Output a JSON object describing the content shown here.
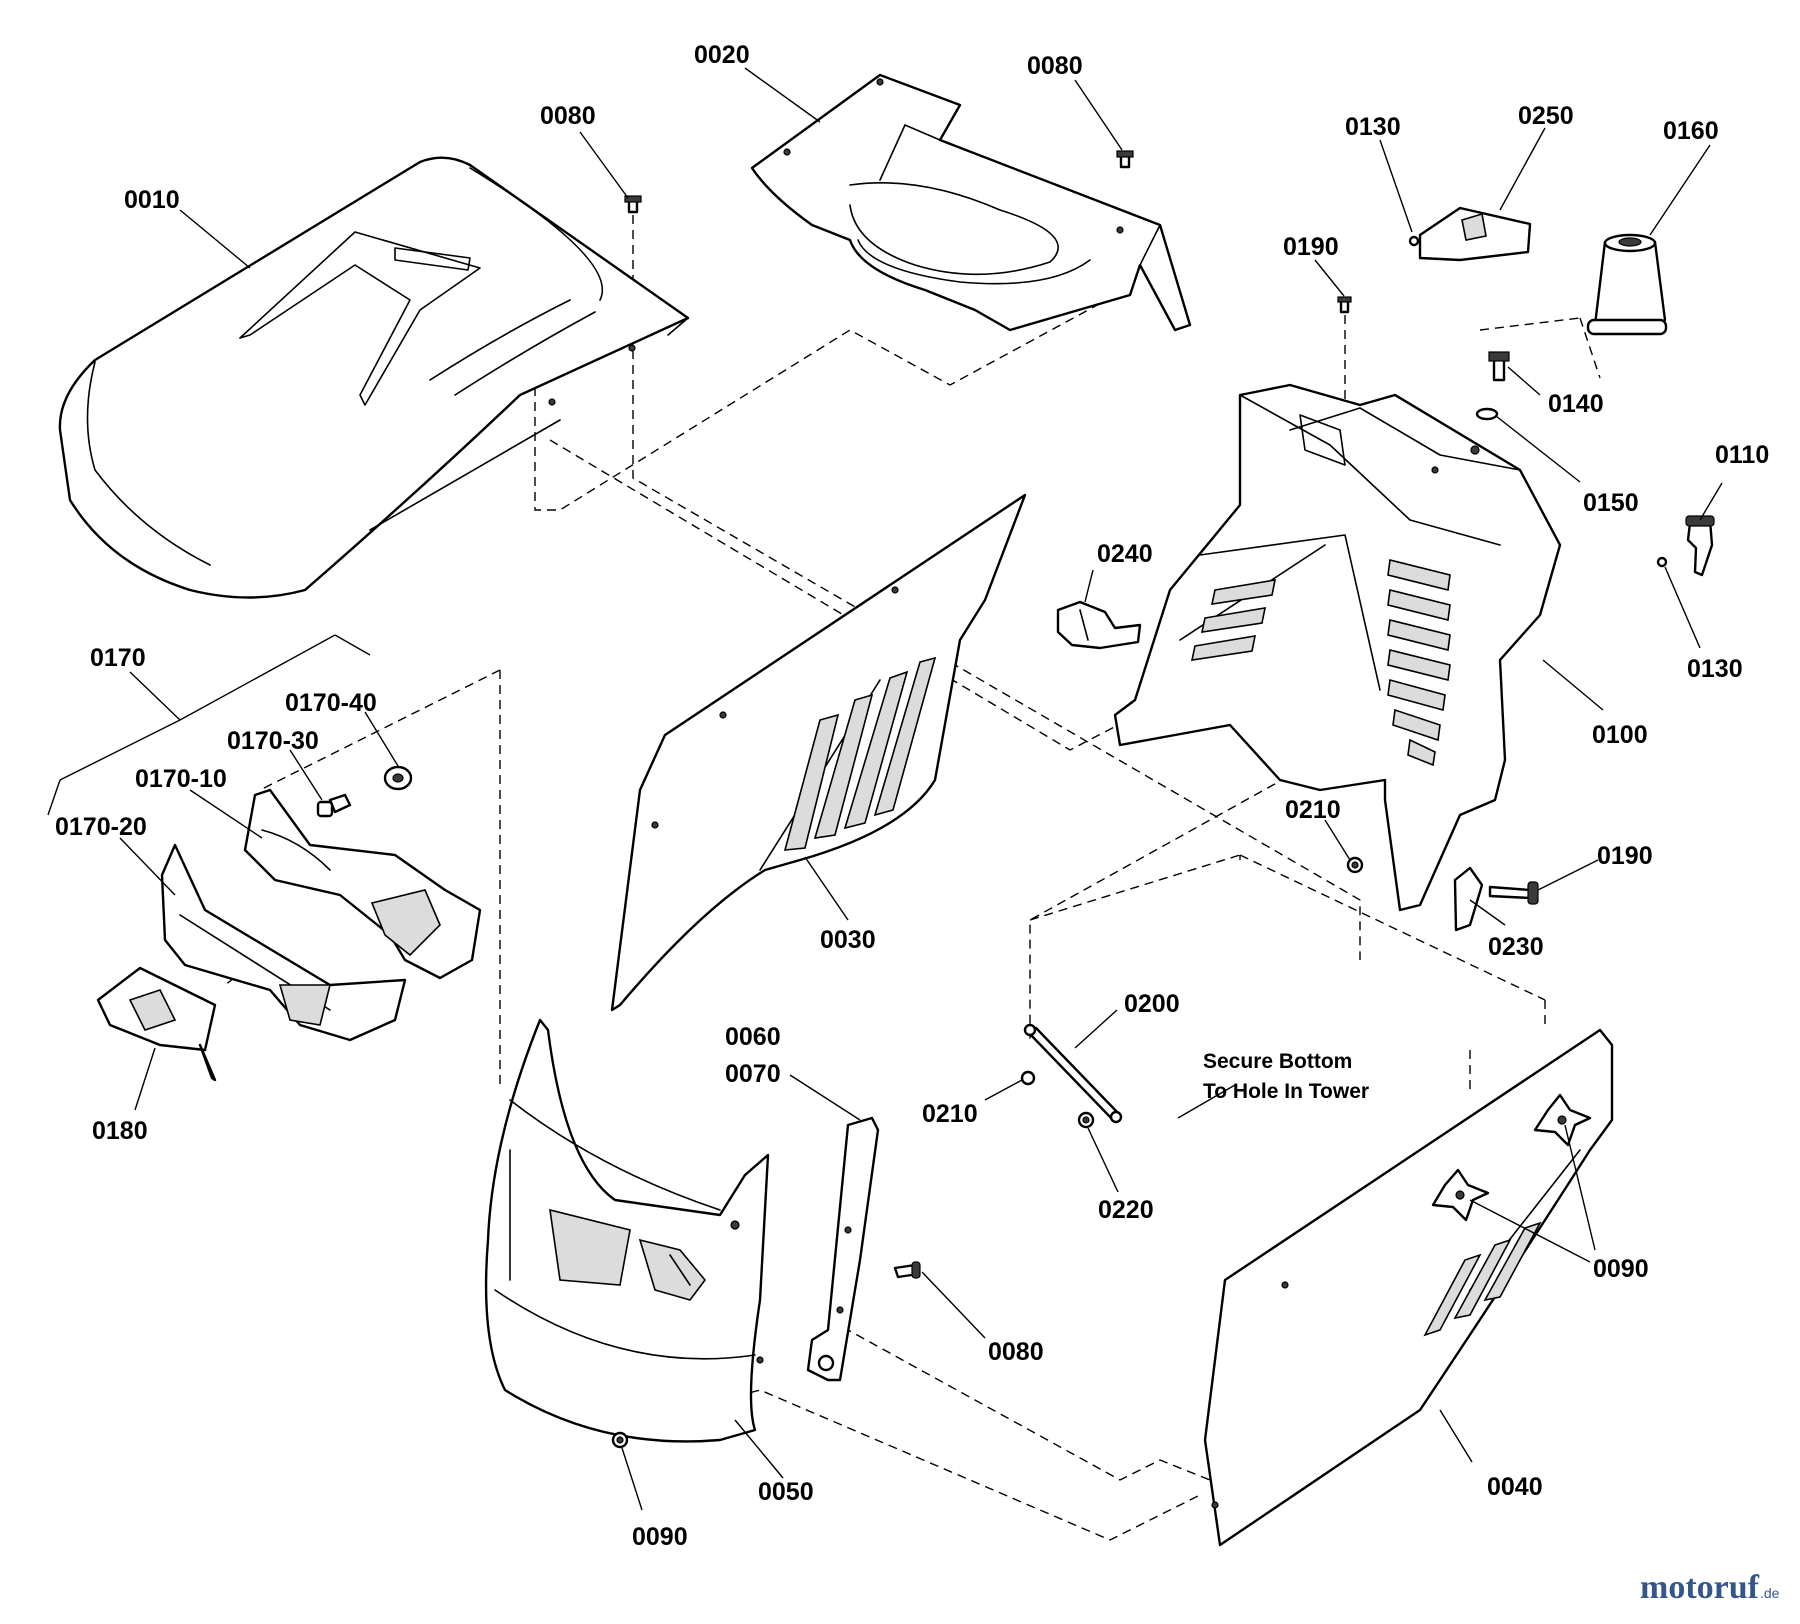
{
  "callouts": [
    {
      "id": "c0010",
      "label": "0010"
    },
    {
      "id": "c0020",
      "label": "0020"
    },
    {
      "id": "c0080a",
      "label": "0080"
    },
    {
      "id": "c0080b",
      "label": "0080"
    },
    {
      "id": "c0130a",
      "label": "0130"
    },
    {
      "id": "c0250",
      "label": "0250"
    },
    {
      "id": "c0160",
      "label": "0160"
    },
    {
      "id": "c0190a",
      "label": "0190"
    },
    {
      "id": "c0140",
      "label": "0140"
    },
    {
      "id": "c0150",
      "label": "0150"
    },
    {
      "id": "c0110",
      "label": "0110"
    },
    {
      "id": "c0130b",
      "label": "0130"
    },
    {
      "id": "c0240",
      "label": "0240"
    },
    {
      "id": "c0100",
      "label": "0100"
    },
    {
      "id": "c0170",
      "label": "0170"
    },
    {
      "id": "c0170-40",
      "label": "0170-40"
    },
    {
      "id": "c0170-30",
      "label": "0170-30"
    },
    {
      "id": "c0170-10",
      "label": "0170-10"
    },
    {
      "id": "c0170-20",
      "label": "0170-20"
    },
    {
      "id": "c0030",
      "label": "0030"
    },
    {
      "id": "c0210a",
      "label": "0210"
    },
    {
      "id": "c0190b",
      "label": "0190"
    },
    {
      "id": "c0230",
      "label": "0230"
    },
    {
      "id": "c0180",
      "label": "0180"
    },
    {
      "id": "c0060",
      "label": "0060"
    },
    {
      "id": "c0070",
      "label": "0070"
    },
    {
      "id": "c0200",
      "label": "0200"
    },
    {
      "id": "c0210b",
      "label": "0210"
    },
    {
      "id": "c0220",
      "label": "0220"
    },
    {
      "id": "c0090a",
      "label": "0090"
    },
    {
      "id": "c0080c",
      "label": "0080"
    },
    {
      "id": "c0050",
      "label": "0050"
    },
    {
      "id": "c0090b",
      "label": "0090"
    },
    {
      "id": "c0040",
      "label": "0040"
    }
  ],
  "note": {
    "line1": "Secure Bottom",
    "line2": "To Hole In Tower"
  },
  "watermark": {
    "brand": "motoruf",
    "domain": ".de"
  }
}
